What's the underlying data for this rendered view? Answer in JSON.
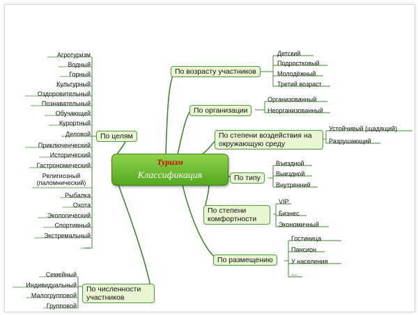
{
  "center": {
    "title": "Туризм",
    "subtitle": "Классификация"
  },
  "branches": {
    "age": {
      "label": "По возрасту участников",
      "items": [
        "Детский",
        "Подростковый",
        "Молодёжный",
        "Третий возраст"
      ]
    },
    "org": {
      "label": "По организации",
      "items": [
        "Организованный",
        "Неорганизованный"
      ]
    },
    "impact": {
      "label": "По степени воздействия на окружающую среду",
      "items": [
        "Устойчивый (щадящий)",
        "Разрушающий"
      ]
    },
    "type": {
      "label": "По типу",
      "items": [
        "Въездной",
        "Выездной",
        "Внутренний"
      ]
    },
    "comfort": {
      "label": "По степени комфортности",
      "items": [
        "VIP",
        "Бизнес",
        "Экономичный"
      ]
    },
    "lodging": {
      "label": "По размещению",
      "items": [
        "Гостиница",
        "Пансион",
        "У населения",
        "..."
      ]
    },
    "goals": {
      "label": "По целям",
      "items": [
        "Агротуризм",
        "Водный",
        "Горный",
        "Культурный",
        "Оздоровительный",
        "Познавательный",
        "Обучающий",
        "Курортный",
        "Деловой",
        "Приключенческий",
        "Исторический",
        "Гастрономический",
        "Религиозный (паломнический)",
        "Рыбалка",
        "Охота",
        "Экологический",
        "Спортивный",
        "Экстремальный",
        "..."
      ]
    },
    "size": {
      "label": "По численности участников",
      "items": [
        "Семейный",
        "Индивидуальный",
        "Малогрупповой",
        "Групповой"
      ]
    }
  },
  "colors": {
    "branch_line": "#3a8a2a",
    "node_fill": "#e8f6d3",
    "center_fill": "#6cbf2f",
    "title": "#d40000"
  }
}
